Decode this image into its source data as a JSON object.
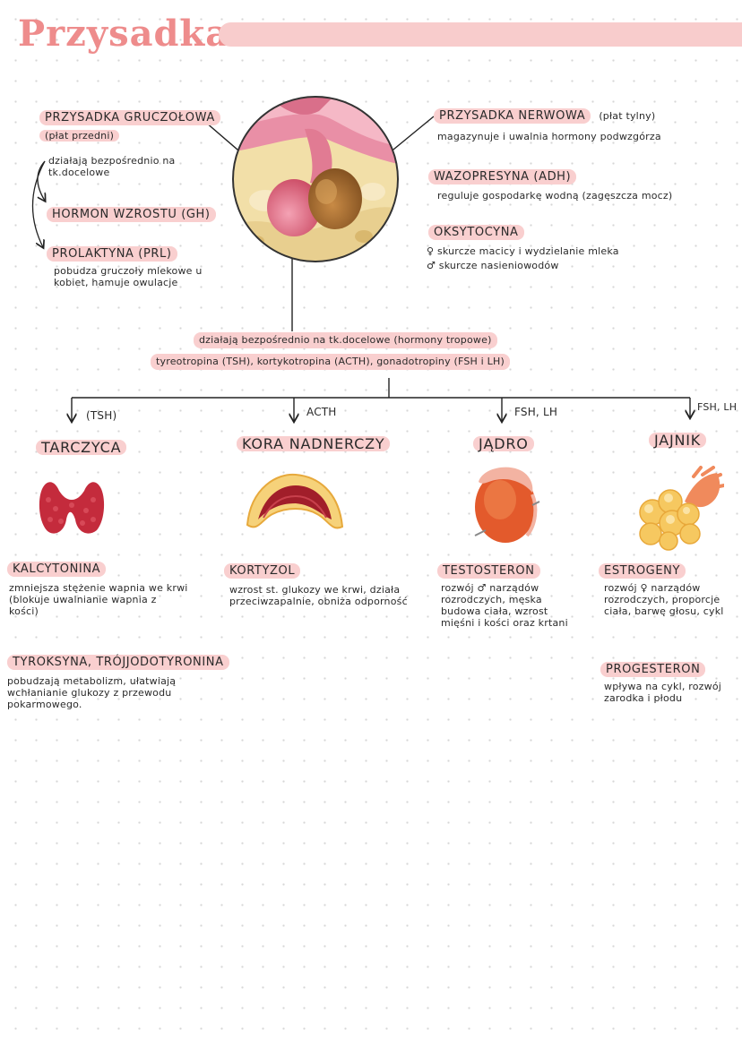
{
  "title": "Przysadka",
  "left": {
    "heading": "PRZYSADKA GRUCZOŁOWA",
    "sub": "(płat przedni)",
    "note": "działają bezpośrednio na tk.docelowe",
    "hormone1": "HORMON WZROSTU (GH)",
    "hormone2": "PROLAKTYNA (PRL)",
    "hormone2_desc": "pobudza gruczoły mlekowe u kobiet, hamuje owulacje"
  },
  "right": {
    "heading": "PRZYSADKA NERWOWA",
    "sub": "(płat tylny)",
    "desc": "magazynuje i uwalnia hormony podwzgórza",
    "hormone1": "WAZOPRESYNA (ADH)",
    "hormone1_desc": "reguluje gospodarkę wodną (zagęszcza mocz)",
    "hormone2": "OKSYTOCYNA",
    "hormone2_desc1": "♀ skurcze macicy i wydzielanie mleka",
    "hormone2_desc2": "♂ skurcze nasieniowodów"
  },
  "middle": {
    "line1": "działają bezpośrednio na tk.docelowe (hormony tropowe)",
    "line2": "tyreotropina (TSH), kortykotropina (ACTH), gonadotropiny (FSH i LH)"
  },
  "branches": [
    {
      "label": "(TSH)",
      "organ": "TARCZYCA",
      "hormone1": "KALCYTONINA",
      "hormone1_desc": "zmniejsza stężenie wapnia we krwi (blokuje uwalnianie wapnia z kości)",
      "hormone2": "TYROKSYNA, TRÓJJODOTYRONINA",
      "hormone2_desc": "pobudzają metabolizm, ułatwiają wchłanianie glukozy z przewodu pokarmowego."
    },
    {
      "label": "ACTH",
      "organ": "KORA NADNERCZY",
      "hormone1": "KORTYZOL",
      "hormone1_desc": "wzrost st. glukozy we krwi, działa przeciwzapalnie, obniża odporność"
    },
    {
      "label": "FSH, LH",
      "organ": "JĄDRO",
      "hormone1": "TESTOSTERON",
      "hormone1_desc": "rozwój ♂ narządów rozrodczych, męska budowa ciała, wzrost mięśni i kości oraz krtani"
    },
    {
      "label": "FSH, LH",
      "organ": "JAJNIK",
      "hormone1": "ESTROGENY",
      "hormone1_desc": "rozwój ♀ narządów rozrodczych, proporcje ciała, barwę głosu, cykl",
      "hormone2": "PROGESTERON",
      "hormone2_desc": "wpływa na cykl, rozwój zarodka i płodu"
    }
  ],
  "colors": {
    "accent": "#ee8c8c",
    "highlight": "#f9cfcf",
    "ink": "#2a2a2a"
  }
}
